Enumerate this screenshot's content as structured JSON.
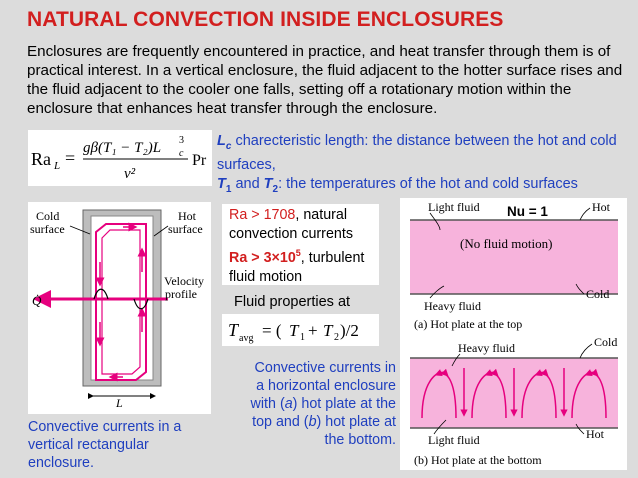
{
  "title": "NATURAL CONVECTION INSIDE ENCLOSURES",
  "intro": "Enclosures are frequently encountered in practice, and heat transfer through them is of practical interest. In a vertical enclosure, the fluid adjacent to the hotter surface rises and the fluid adjacent to the cooler one falls, setting off a rotationary motion within the enclosure that enhances heat transfer through the enclosure.",
  "equation": {
    "lhs": "Ra",
    "lhs_sub": "L",
    "numerator": "gβ(T₁ − T₂)L",
    "numerator_sub": "c",
    "numerator_sup": "3",
    "denominator": "ν²",
    "rhs": "Pr"
  },
  "lc_note": {
    "lc_label": "L",
    "lc_sub": "c",
    "lc_text": " charecteristic length: the distance between the hot and cold surfaces,",
    "t1": "T",
    "t1_sub": "1",
    "and": " and ",
    "t2": "T",
    "t2_sub": "2",
    "t_text": ": the temperatures of the hot and cold surfaces"
  },
  "fig1": {
    "cold_surface": [
      "Cold",
      "surface"
    ],
    "hot_surface": [
      "Hot",
      "surface"
    ],
    "velocity_profile": [
      "Velocity",
      "profile"
    ],
    "q_label": "Q̇",
    "l_label": "L"
  },
  "fig1_caption": "Convective currents in a vertical rectangular enclosure.",
  "ra_box": {
    "line1_red": "Ra > 1708",
    "line1_black": ", natural convection currents",
    "line2_red": "Ra > 3×10",
    "line2_red_sup": "5",
    "line2_black": ", turbulent fluid motion"
  },
  "fluid_props": "Fluid properties at",
  "tavg_eq": "T avg = (T₁ + T₂)/2",
  "fig2_caption": {
    "text1": "Convective currents in a horizontal enclosure with (",
    "a": "a",
    "text2": ") hot plate at the top and (",
    "b": "b",
    "text3": ") hot plate at the bottom."
  },
  "fig2": {
    "nu": "Nu = 1",
    "light_fluid_top": "Light fluid",
    "hot_top": "Hot",
    "no_motion": "(No fluid motion)",
    "heavy_fluid": "Heavy fluid",
    "cold_a": "Cold",
    "caption_a": "(a) Hot plate at the top",
    "heavy_fluid_b": "Heavy fluid",
    "cold_b": "Cold",
    "light_fluid_b": "Light fluid",
    "hot_b": "Hot",
    "caption_b": "(b) Hot plate at the bottom"
  },
  "colors": {
    "title_red": "#d21f1f",
    "blue_text": "#1f3fbf",
    "pink_fluid": "#f7b3dc",
    "magenta": "#e6007e"
  }
}
